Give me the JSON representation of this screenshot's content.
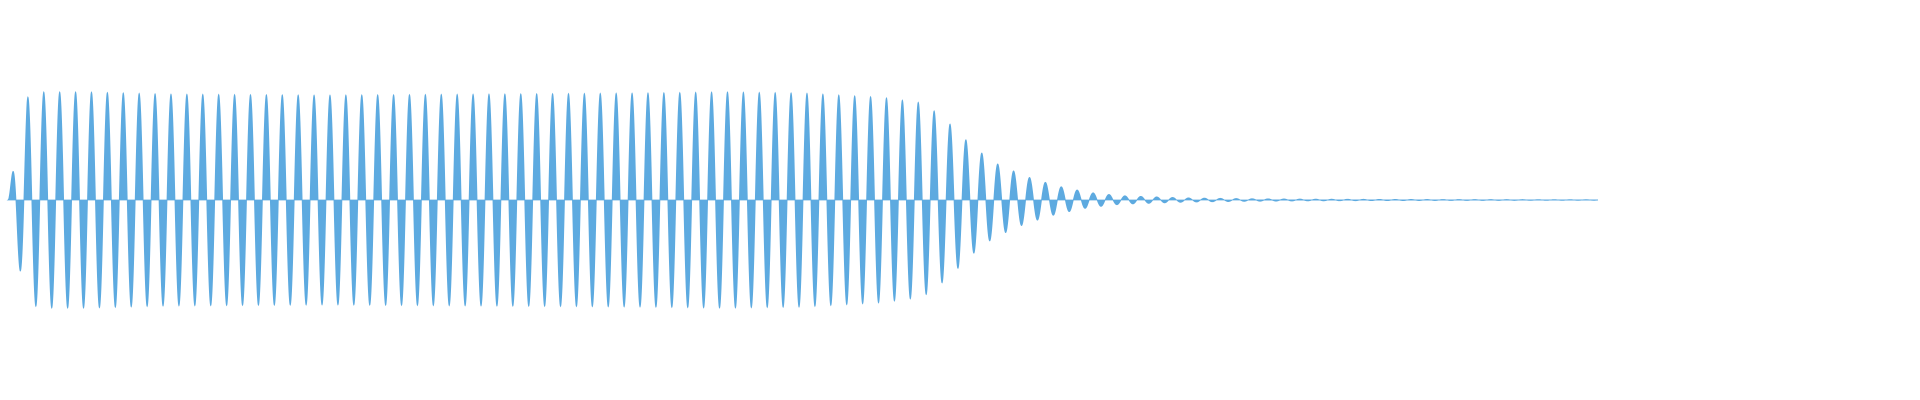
{
  "chart_data": {
    "type": "area",
    "title": "",
    "xlabel": "",
    "ylabel": "",
    "grid": false,
    "legend": "none",
    "xlim": [
      0,
      1
    ],
    "ylim": [
      -1,
      1
    ],
    "series": [
      {
        "color": "#5DAAE0",
        "envelope": {
          "x": [
            0.0,
            0.006,
            0.012,
            0.02,
            0.05,
            0.1,
            0.2,
            0.3,
            0.4,
            0.45,
            0.5,
            0.55,
            0.575,
            0.585,
            0.595,
            0.605,
            0.62,
            0.64,
            0.66,
            0.68,
            0.7,
            0.74,
            0.78,
            0.82,
            0.86,
            0.9,
            0.95,
            1.0
          ],
          "amplitude": [
            0.0,
            0.55,
            0.95,
            1.0,
            1.0,
            0.98,
            0.97,
            0.98,
            0.99,
            1.0,
            0.99,
            0.95,
            0.9,
            0.8,
            0.67,
            0.52,
            0.35,
            0.22,
            0.13,
            0.07,
            0.04,
            0.02,
            0.012,
            0.008,
            0.006,
            0.005,
            0.004,
            0.003
          ]
        },
        "cycles": 100
      }
    ]
  }
}
